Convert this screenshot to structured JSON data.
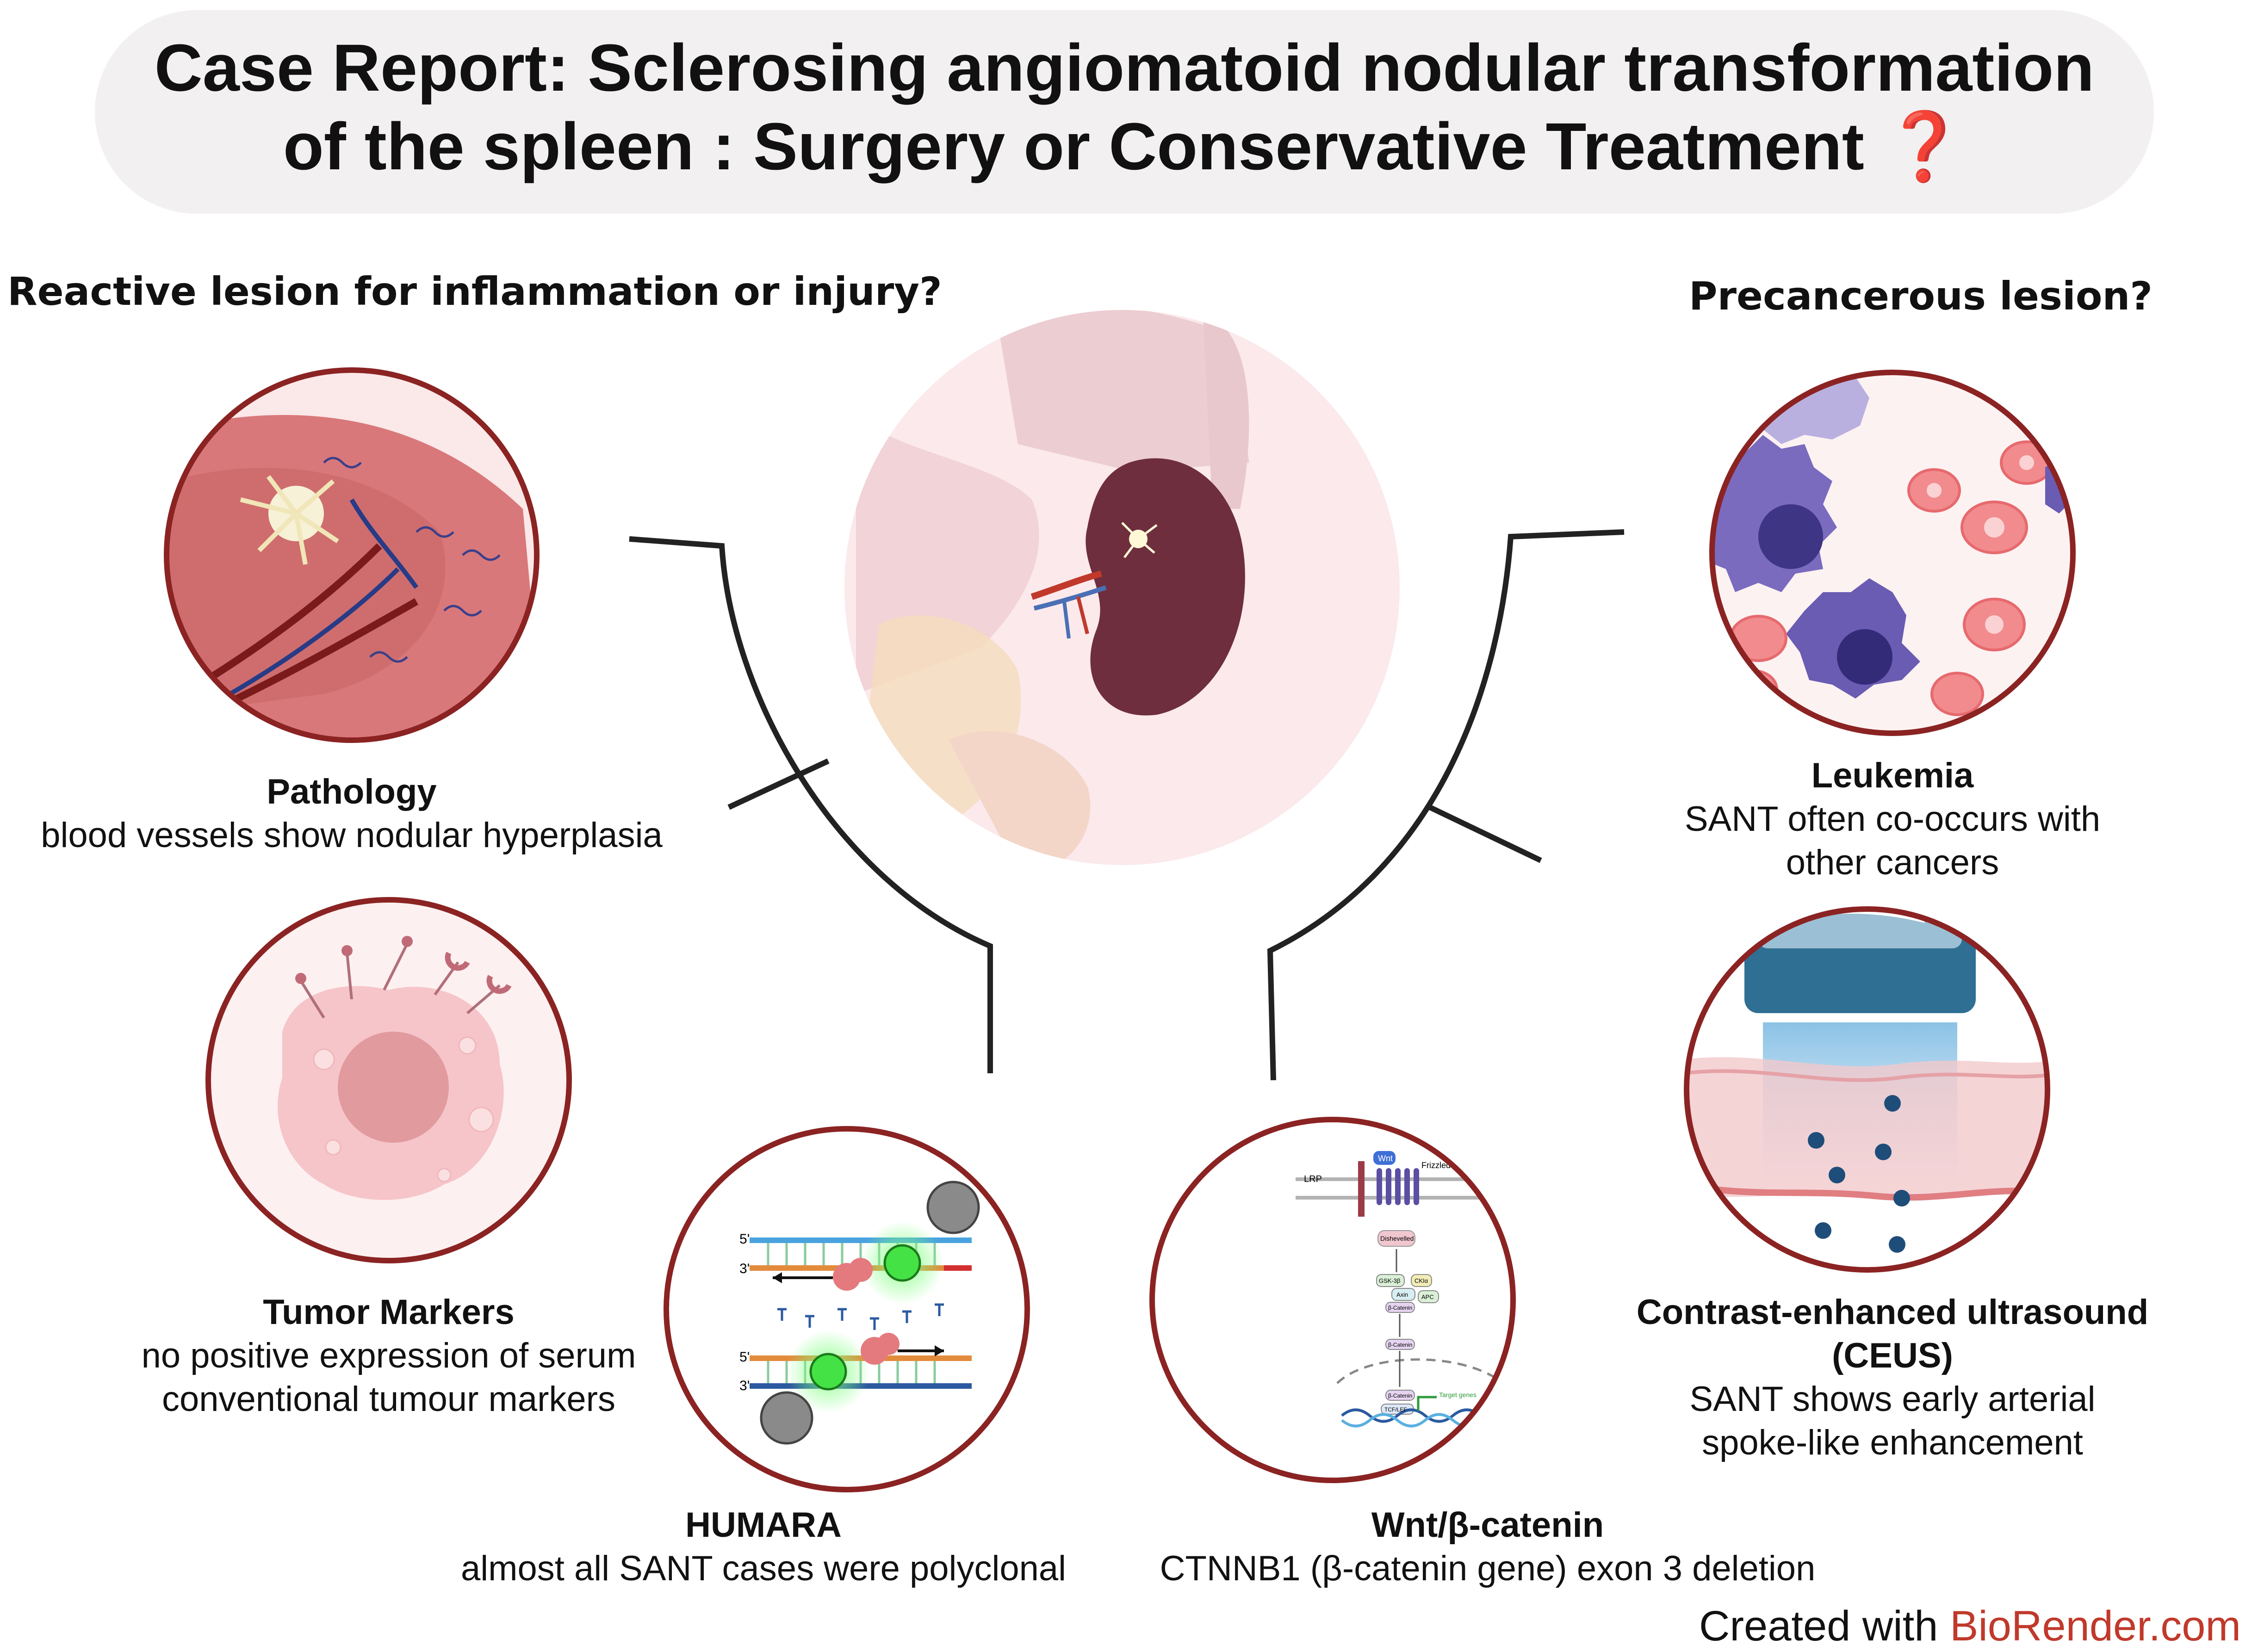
{
  "title": {
    "line1": "Case Report: Sclerosing angiomatoid nodular transformation",
    "line2": "of the spleen : Surgery or Conservative Treatment ❓"
  },
  "left_heading": "Reactive lesion for inflammation or injury?",
  "right_heading": "Precancerous lesion?",
  "panels": {
    "pathology": {
      "head": "Pathology",
      "desc": "blood vessels show nodular hyperplasia"
    },
    "tumor_markers": {
      "head": "Tumor Markers",
      "desc_line1": "no positive expression of serum",
      "desc_line2": "conventional tumour markers"
    },
    "humara": {
      "head": "HUMARA",
      "desc": "almost all SANT cases were polyclonal"
    },
    "wnt": {
      "head": "Wnt/β-catenin",
      "desc": "CTNNB1 (β-catenin gene) exon 3 deletion"
    },
    "leukemia": {
      "head": "Leukemia",
      "desc_line1": "SANT often co-occurs with",
      "desc_line2": "other cancers"
    },
    "ceus": {
      "head_line1": "Contrast-enhanced ultrasound",
      "head_line2": "(CEUS)",
      "desc_line1": "SANT  shows early arterial",
      "desc_line2": "spoke-like enhancement"
    }
  },
  "humara_diagram": {
    "five_prime_top": "5'",
    "three_prime_top": "3'",
    "five_prime_bottom": "5'",
    "three_prime_bottom": "3'"
  },
  "wnt_diagram": {
    "lrp": "LRP",
    "wnt": "Wnt",
    "frizzled": "Frizzled",
    "dishevelled": "Dishevelled",
    "gsk3b": "GSK-3β",
    "ck1a": "CKIα",
    "axin": "Axin",
    "apc": "APC",
    "bcatenin": "β-Catenin",
    "tcf": "TCF/LEF",
    "target": "Target genes"
  },
  "credit": {
    "prefix": "Created with ",
    "brand": "BioRender.com"
  },
  "colors": {
    "circle_border": "#8b2323",
    "brand": "#c0392b",
    "banner": "#f2f0f1"
  }
}
